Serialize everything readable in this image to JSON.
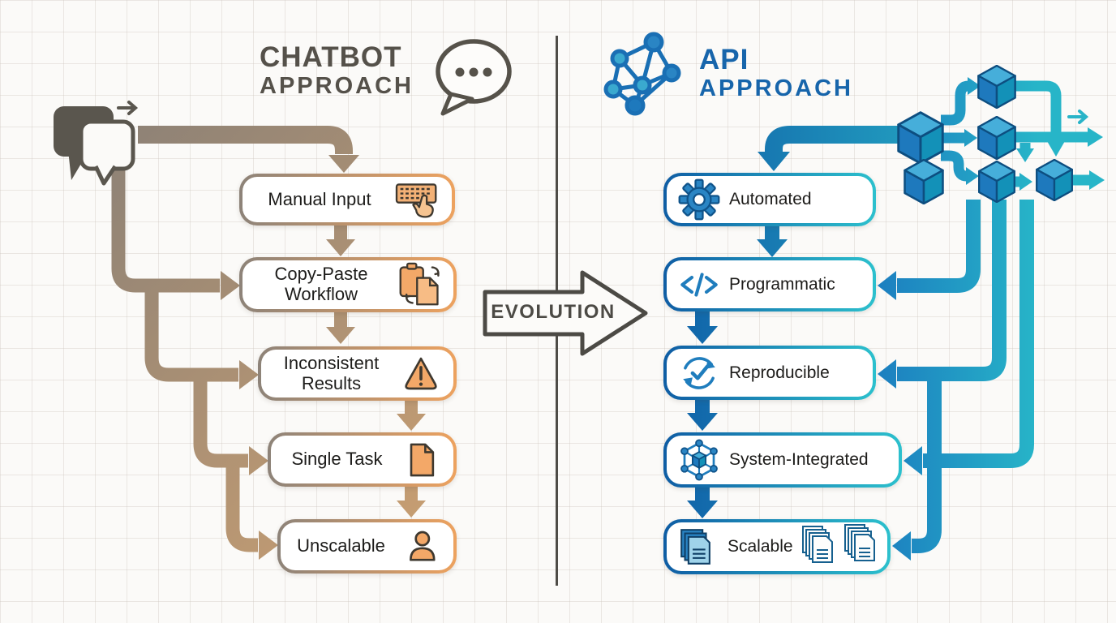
{
  "left_section": {
    "title_line1": "CHATBOT",
    "title_line2": "APPROACH",
    "title_color": "#55514a",
    "pipe_color_start": "#8a8076",
    "pipe_color_end": "#c79e72",
    "box_accent": "#eda25f",
    "icon_color": "#f3a868",
    "boxes": [
      {
        "label": "Manual Input",
        "icon": "keyboard-hand"
      },
      {
        "label": "Copy-Paste Workflow",
        "icon": "copy-paste-clipboard"
      },
      {
        "label": "Inconsistent Results",
        "icon": "warning-triangle"
      },
      {
        "label": "Single Task",
        "icon": "document"
      },
      {
        "label": "Unscalable",
        "icon": "single-user"
      }
    ]
  },
  "center": {
    "evolution_label": "EVOLUTION",
    "divider_color": "#4e4c47"
  },
  "right_section": {
    "title_line1": "API",
    "title_line2": "APPROACH",
    "title_color": "#1765ab",
    "pipe_color_start": "#1061a8",
    "pipe_color_end": "#2bbccb",
    "icon_color": "#2a85c4",
    "boxes": [
      {
        "label": "Automated",
        "icon": "gear"
      },
      {
        "label": "Programmatic",
        "icon": "code-brackets"
      },
      {
        "label": "Reproducible",
        "icon": "cycle-check"
      },
      {
        "label": "System-Integrated",
        "icon": "network-cube"
      },
      {
        "label": "Scalable",
        "icon": "stacked-documents"
      }
    ]
  }
}
